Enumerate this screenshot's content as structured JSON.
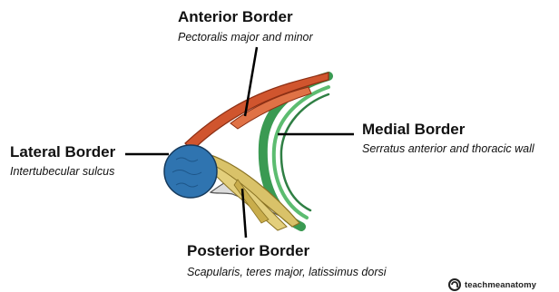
{
  "labels": {
    "anterior": {
      "title": "Anterior Border",
      "subtitle": "Pectoralis major and minor"
    },
    "lateral": {
      "title": "Lateral Border",
      "subtitle": "Intertubecular sulcus"
    },
    "medial": {
      "title": "Medial Border",
      "subtitle": "Serratus anterior and thoracic wall"
    },
    "posterior": {
      "title": "Posterior Border",
      "subtitle": "Scapularis, teres major, latissimus dorsi"
    }
  },
  "brand": {
    "text": "teachmeanatomy",
    "icon": "teachmeanatomy-logo-icon"
  },
  "colors": {
    "anterior_muscle": "#d0552e",
    "medial_wall": "#3a9a52",
    "humerus": "#2f74b0",
    "posterior_muscle": "#d9c269",
    "scapula": "#d9d9d9",
    "leader_line": "#000000"
  }
}
